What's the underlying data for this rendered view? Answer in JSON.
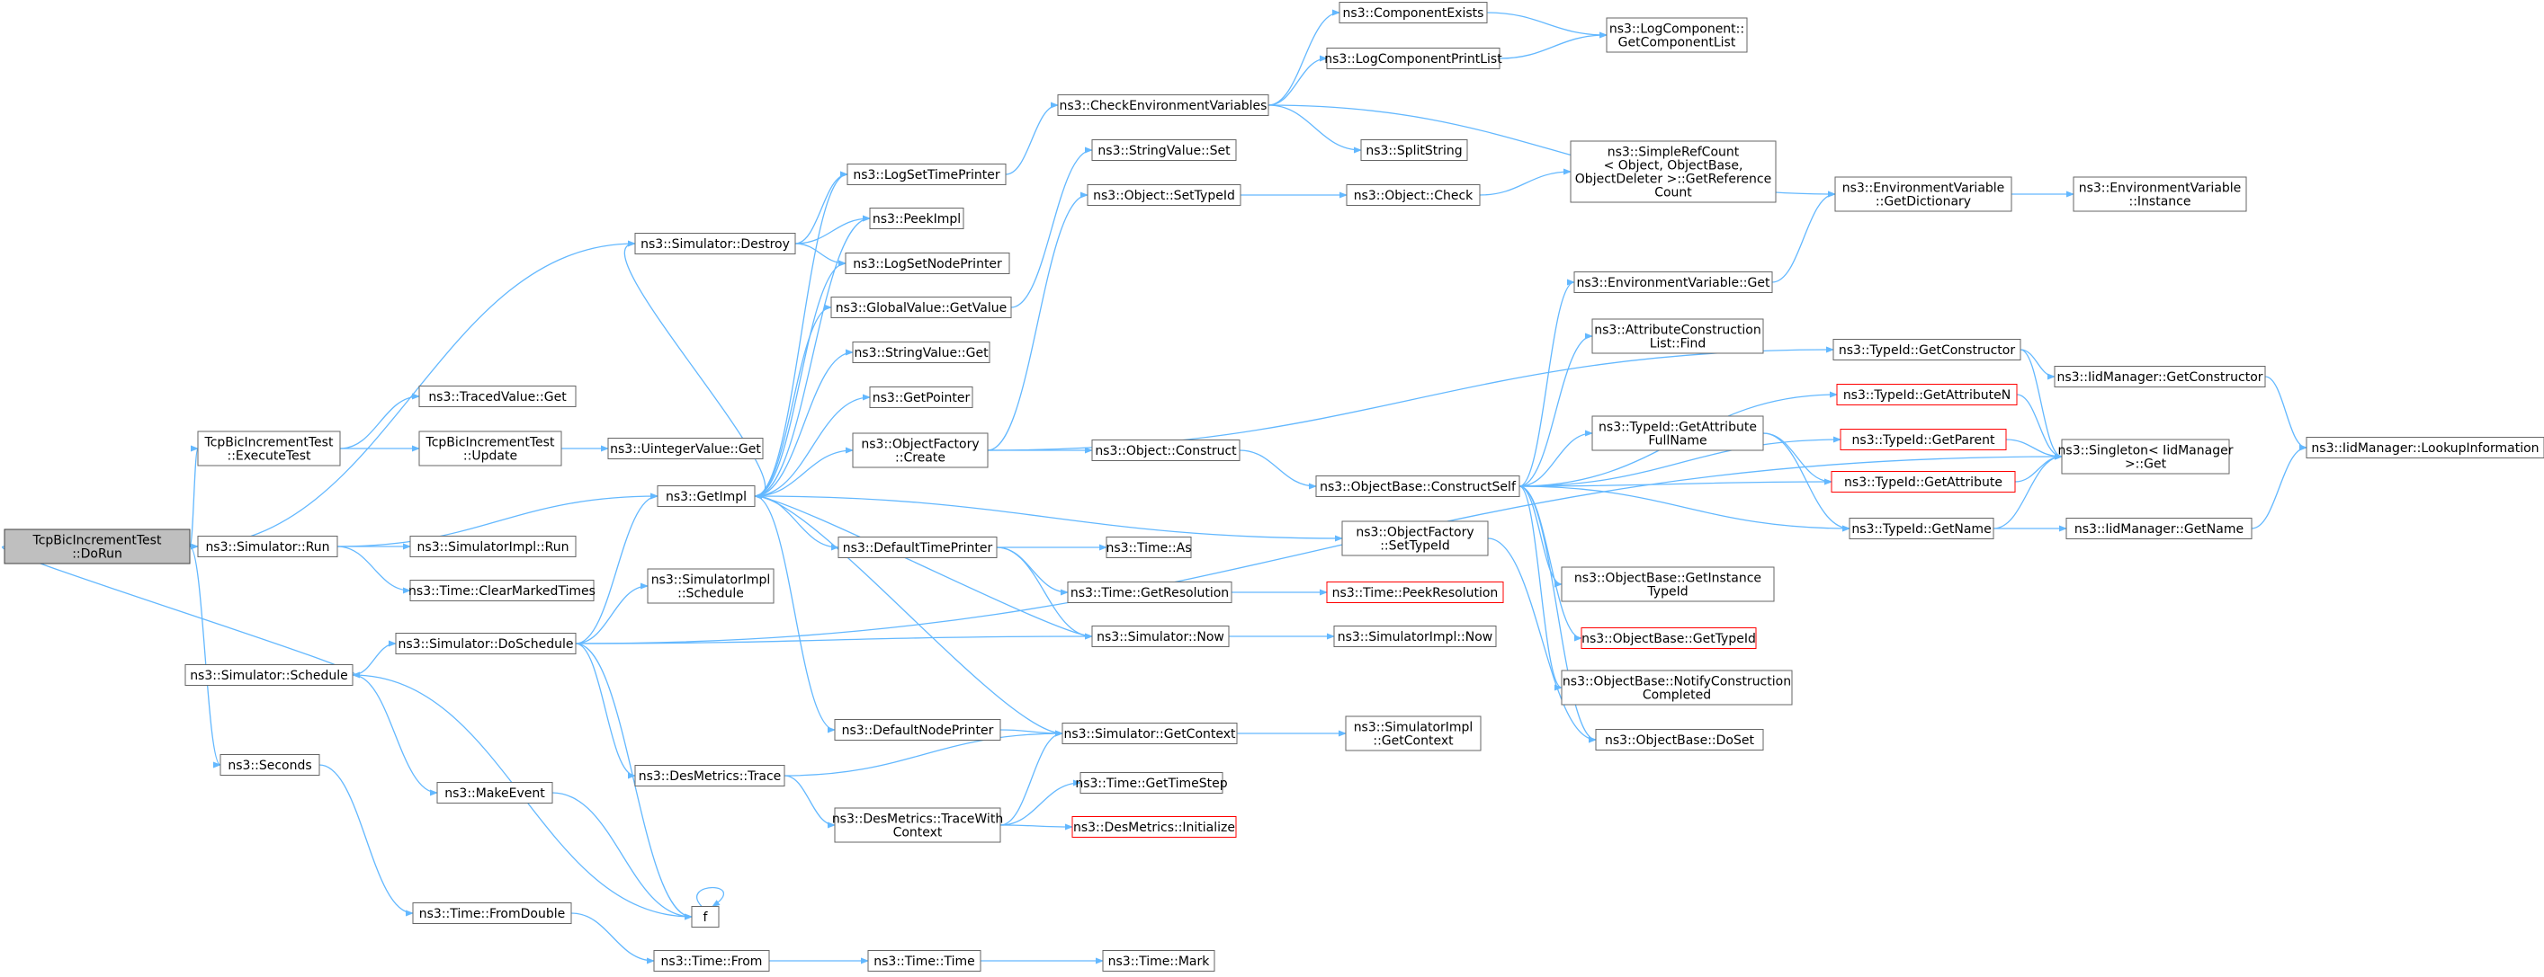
{
  "diagram": {
    "colors": {
      "node_fill": "#ffffff",
      "node_border": "#666666",
      "root_fill": "#bfbfbf",
      "root_border": "#404040",
      "truncated_border": "#ff0000",
      "edge": "#63b8ff",
      "text": "#000000"
    },
    "nodes": [
      {
        "id": "n1",
        "lines": [
          "TcpBicIncrementTest",
          "::DoRun"
        ],
        "style": "root"
      },
      {
        "id": "n2",
        "lines": [
          "ns3::Simulator::Destroy"
        ]
      },
      {
        "id": "n3",
        "lines": [
          "TcpBicIncrementTest",
          "::ExecuteTest"
        ]
      },
      {
        "id": "n4",
        "lines": [
          "ns3::Simulator::Run"
        ]
      },
      {
        "id": "n5",
        "lines": [
          "ns3::Simulator::Schedule"
        ]
      },
      {
        "id": "n6",
        "lines": [
          "ns3::Seconds"
        ]
      },
      {
        "id": "n7",
        "lines": [
          "ns3::TracedValue::Get"
        ]
      },
      {
        "id": "n8",
        "lines": [
          "TcpBicIncrementTest",
          "::Update"
        ]
      },
      {
        "id": "n9",
        "lines": [
          "ns3::UintegerValue::Get"
        ]
      },
      {
        "id": "n10",
        "lines": [
          "ns3::SimulatorImpl::Run"
        ]
      },
      {
        "id": "n11",
        "lines": [
          "ns3::Time::ClearMarkedTimes"
        ]
      },
      {
        "id": "n12",
        "lines": [
          "ns3::SimulatorImpl",
          "::Schedule"
        ]
      },
      {
        "id": "n13",
        "lines": [
          "ns3::Simulator::DoSchedule"
        ]
      },
      {
        "id": "n14",
        "lines": [
          "ns3::MakeEvent"
        ]
      },
      {
        "id": "n15",
        "lines": [
          "ns3::Time::FromDouble"
        ]
      },
      {
        "id": "n16",
        "lines": [
          "f"
        ]
      },
      {
        "id": "n17",
        "lines": [
          "ns3::Time::From"
        ]
      },
      {
        "id": "n18",
        "lines": [
          "ns3::GetImpl"
        ]
      },
      {
        "id": "n19",
        "lines": [
          "ns3::DesMetrics::Trace"
        ]
      },
      {
        "id": "n20",
        "lines": [
          "ns3::LogSetTimePrinter"
        ]
      },
      {
        "id": "n21",
        "lines": [
          "ns3::PeekImpl"
        ]
      },
      {
        "id": "n22",
        "lines": [
          "ns3::LogSetNodePrinter"
        ]
      },
      {
        "id": "n23",
        "lines": [
          "ns3::GlobalValue::GetValue"
        ]
      },
      {
        "id": "n24",
        "lines": [
          "ns3::StringValue::Get"
        ]
      },
      {
        "id": "n25",
        "lines": [
          "ns3::GetPointer"
        ]
      },
      {
        "id": "n26",
        "lines": [
          "ns3::ObjectFactory",
          "::Create"
        ]
      },
      {
        "id": "n27",
        "lines": [
          "ns3::DefaultTimePrinter"
        ]
      },
      {
        "id": "n28",
        "lines": [
          "ns3::DefaultNodePrinter"
        ]
      },
      {
        "id": "n29",
        "lines": [
          "ns3::DesMetrics::TraceWith",
          "Context"
        ]
      },
      {
        "id": "n30",
        "lines": [
          "ns3::Time::Time"
        ]
      },
      {
        "id": "n31",
        "lines": [
          "ns3::CheckEnvironmentVariables"
        ]
      },
      {
        "id": "n32",
        "lines": [
          "ns3::StringValue::Set"
        ]
      },
      {
        "id": "n33",
        "lines": [
          "ns3::Object::SetTypeId"
        ]
      },
      {
        "id": "n34",
        "lines": [
          "ns3::Object::Construct"
        ]
      },
      {
        "id": "n35",
        "lines": [
          "ns3::Time::As"
        ]
      },
      {
        "id": "n36",
        "lines": [
          "ns3::Time::GetResolution"
        ]
      },
      {
        "id": "n37",
        "lines": [
          "ns3::Simulator::Now"
        ]
      },
      {
        "id": "n38",
        "lines": [
          "ns3::Simulator::GetContext"
        ]
      },
      {
        "id": "n39",
        "lines": [
          "ns3::Time::GetTimeStep"
        ]
      },
      {
        "id": "n40",
        "lines": [
          "ns3::DesMetrics::Initialize"
        ],
        "style": "truncated"
      },
      {
        "id": "n41",
        "lines": [
          "ns3::Time::Mark"
        ]
      },
      {
        "id": "n42",
        "lines": [
          "ns3::ComponentExists"
        ]
      },
      {
        "id": "n43",
        "lines": [
          "ns3::LogComponentPrintList"
        ]
      },
      {
        "id": "n44",
        "lines": [
          "ns3::SplitString"
        ]
      },
      {
        "id": "n45",
        "lines": [
          "ns3::Object::Check"
        ]
      },
      {
        "id": "n46",
        "lines": [
          "ns3::ObjectBase::ConstructSelf"
        ]
      },
      {
        "id": "n47",
        "lines": [
          "ns3::ObjectFactory",
          "::SetTypeId"
        ]
      },
      {
        "id": "n48",
        "lines": [
          "ns3::Time::PeekResolution"
        ],
        "style": "truncated"
      },
      {
        "id": "n49",
        "lines": [
          "ns3::SimulatorImpl::Now"
        ]
      },
      {
        "id": "n50",
        "lines": [
          "ns3::SimulatorImpl",
          "::GetContext"
        ]
      },
      {
        "id": "n51",
        "lines": [
          "ns3::LogComponent::",
          "GetComponentList"
        ]
      },
      {
        "id": "n52",
        "lines": [
          "ns3::SimpleRefCount",
          "< Object, ObjectBase,",
          "ObjectDeleter >::GetReference",
          "Count"
        ]
      },
      {
        "id": "n53",
        "lines": [
          "ns3::EnvironmentVariable::Get"
        ]
      },
      {
        "id": "n54",
        "lines": [
          "ns3::AttributeConstruction",
          "List::Find"
        ]
      },
      {
        "id": "n55",
        "lines": [
          "ns3::TypeId::GetAttribute",
          "FullName"
        ]
      },
      {
        "id": "n56",
        "lines": [
          "ns3::ObjectBase::GetInstance",
          "TypeId"
        ]
      },
      {
        "id": "n57",
        "lines": [
          "ns3::ObjectBase::GetTypeId"
        ],
        "style": "truncated"
      },
      {
        "id": "n58",
        "lines": [
          "ns3::ObjectBase::NotifyConstruction",
          "Completed"
        ]
      },
      {
        "id": "n59",
        "lines": [
          "ns3::ObjectBase::DoSet"
        ]
      },
      {
        "id": "n60",
        "lines": [
          "ns3::EnvironmentVariable",
          "::GetDictionary"
        ]
      },
      {
        "id": "n61",
        "lines": [
          "ns3::TypeId::GetConstructor"
        ]
      },
      {
        "id": "n62",
        "lines": [
          "ns3::TypeId::GetAttributeN"
        ],
        "style": "truncated"
      },
      {
        "id": "n63",
        "lines": [
          "ns3::TypeId::GetParent"
        ],
        "style": "truncated"
      },
      {
        "id": "n64",
        "lines": [
          "ns3::TypeId::GetAttribute"
        ],
        "style": "truncated"
      },
      {
        "id": "n65",
        "lines": [
          "ns3::TypeId::GetName"
        ]
      },
      {
        "id": "n66",
        "lines": [
          "ns3::EnvironmentVariable",
          "::Instance"
        ]
      },
      {
        "id": "n67",
        "lines": [
          "ns3::IidManager::GetConstructor"
        ]
      },
      {
        "id": "n68",
        "lines": [
          "ns3::Singleton< IidManager",
          " >::Get"
        ]
      },
      {
        "id": "n69",
        "lines": [
          "ns3::IidManager::GetName"
        ]
      },
      {
        "id": "n70",
        "lines": [
          "ns3::IidManager::LookupInformation"
        ]
      }
    ],
    "edges": [
      [
        "n1",
        "n2"
      ],
      [
        "n1",
        "n3"
      ],
      [
        "n1",
        "n4"
      ],
      [
        "n1",
        "n5"
      ],
      [
        "n1",
        "n6"
      ],
      [
        "n2",
        "n20"
      ],
      [
        "n2",
        "n21"
      ],
      [
        "n2",
        "n22"
      ],
      [
        "n2",
        "n18"
      ],
      [
        "n3",
        "n7"
      ],
      [
        "n3",
        "n8"
      ],
      [
        "n8",
        "n9"
      ],
      [
        "n4",
        "n18"
      ],
      [
        "n4",
        "n10"
      ],
      [
        "n4",
        "n11"
      ],
      [
        "n5",
        "n13"
      ],
      [
        "n5",
        "n14"
      ],
      [
        "n5",
        "n16"
      ],
      [
        "n6",
        "n15"
      ],
      [
        "n15",
        "n17"
      ],
      [
        "n17",
        "n30"
      ],
      [
        "n30",
        "n41"
      ],
      [
        "n14",
        "n16"
      ],
      [
        "n16",
        "n16"
      ],
      [
        "n13",
        "n18"
      ],
      [
        "n13",
        "n12"
      ],
      [
        "n13",
        "n37"
      ],
      [
        "n13",
        "n19"
      ],
      [
        "n13",
        "n16"
      ],
      [
        "n13",
        "n68"
      ],
      [
        "n18",
        "n20"
      ],
      [
        "n18",
        "n21"
      ],
      [
        "n18",
        "n22"
      ],
      [
        "n18",
        "n23"
      ],
      [
        "n18",
        "n24"
      ],
      [
        "n18",
        "n25"
      ],
      [
        "n18",
        "n26"
      ],
      [
        "n18",
        "n47"
      ],
      [
        "n18",
        "n27"
      ],
      [
        "n18",
        "n28"
      ],
      [
        "n19",
        "n38"
      ],
      [
        "n19",
        "n29"
      ],
      [
        "n29",
        "n38"
      ],
      [
        "n29",
        "n39"
      ],
      [
        "n29",
        "n40"
      ],
      [
        "n20",
        "n31"
      ],
      [
        "n23",
        "n32"
      ],
      [
        "n26",
        "n33"
      ],
      [
        "n26",
        "n34"
      ],
      [
        "n26",
        "n61"
      ],
      [
        "n27",
        "n35"
      ],
      [
        "n27",
        "n36"
      ],
      [
        "n27",
        "n37"
      ],
      [
        "n28",
        "n38"
      ],
      [
        "n31",
        "n42"
      ],
      [
        "n31",
        "n43"
      ],
      [
        "n31",
        "n44"
      ],
      [
        "n31",
        "n60"
      ],
      [
        "n42",
        "n51"
      ],
      [
        "n43",
        "n51"
      ],
      [
        "n33",
        "n45"
      ],
      [
        "n45",
        "n52"
      ],
      [
        "n34",
        "n46"
      ],
      [
        "n36",
        "n48"
      ],
      [
        "n37",
        "n49"
      ],
      [
        "n37",
        "n18"
      ],
      [
        "n38",
        "n50"
      ],
      [
        "n38",
        "n18"
      ],
      [
        "n46",
        "n53"
      ],
      [
        "n46",
        "n54"
      ],
      [
        "n46",
        "n55"
      ],
      [
        "n46",
        "n56"
      ],
      [
        "n46",
        "n57"
      ],
      [
        "n46",
        "n58"
      ],
      [
        "n46",
        "n59"
      ],
      [
        "n46",
        "n62"
      ],
      [
        "n46",
        "n63"
      ],
      [
        "n46",
        "n64"
      ],
      [
        "n46",
        "n65"
      ],
      [
        "n47",
        "n59"
      ],
      [
        "n53",
        "n60"
      ],
      [
        "n60",
        "n66"
      ],
      [
        "n55",
        "n64"
      ],
      [
        "n55",
        "n65"
      ],
      [
        "n61",
        "n67"
      ],
      [
        "n61",
        "n68"
      ],
      [
        "n62",
        "n68"
      ],
      [
        "n63",
        "n68"
      ],
      [
        "n64",
        "n68"
      ],
      [
        "n65",
        "n68"
      ],
      [
        "n65",
        "n69"
      ],
      [
        "n67",
        "n70"
      ],
      [
        "n69",
        "n70"
      ]
    ]
  }
}
